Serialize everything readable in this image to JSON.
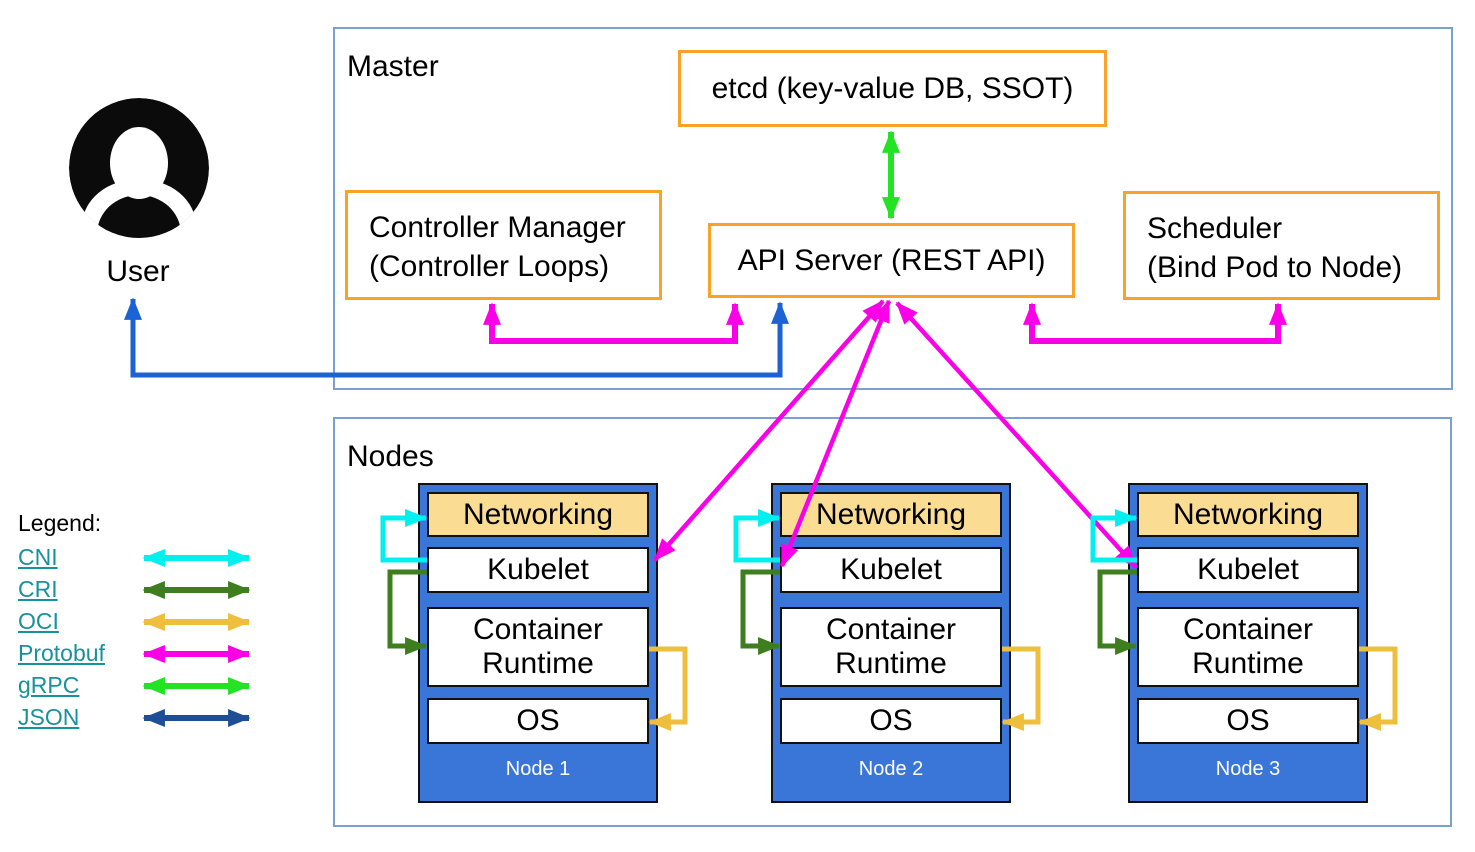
{
  "colors": {
    "orange_border": "#F9A226",
    "frame_border": "#7A9FD4",
    "node_fill": "#3A76D8",
    "networking_fill": "#FADD92",
    "link_teal": "#17919E",
    "user_arrow_blue": "#1C62D4"
  },
  "user": {
    "label": "User"
  },
  "master": {
    "title": "Master",
    "etcd_label": "etcd (key-value DB, SSOT)",
    "controller_manager_line1": "Controller Manager",
    "controller_manager_line2": "(Controller Loops)",
    "api_server_label": "API Server (REST API)",
    "scheduler_line1": "Scheduler",
    "scheduler_line2": "(Bind Pod to Node)"
  },
  "nodes_section": {
    "title": "Nodes",
    "nodes": [
      {
        "name": "Node 1",
        "networking": "Networking",
        "kubelet": "Kubelet",
        "runtime": "Container Runtime",
        "os": "OS"
      },
      {
        "name": "Node 2",
        "networking": "Networking",
        "kubelet": "Kubelet",
        "runtime": "Container Runtime",
        "os": "OS"
      },
      {
        "name": "Node 3",
        "networking": "Networking",
        "kubelet": "Kubelet",
        "runtime": "Container Runtime",
        "os": "OS"
      }
    ]
  },
  "legend": {
    "title": "Legend:",
    "items": [
      {
        "label": "CNI",
        "color": "#00F0F0"
      },
      {
        "label": "CRI",
        "color": "#3F7E1E"
      },
      {
        "label": "OCI",
        "color": "#EEBE3D"
      },
      {
        "label": "Protobuf",
        "color": "#FA00E8"
      },
      {
        "label": "gRPC",
        "color": "#23E323"
      },
      {
        "label": "JSON",
        "color": "#1E4F96"
      }
    ]
  }
}
